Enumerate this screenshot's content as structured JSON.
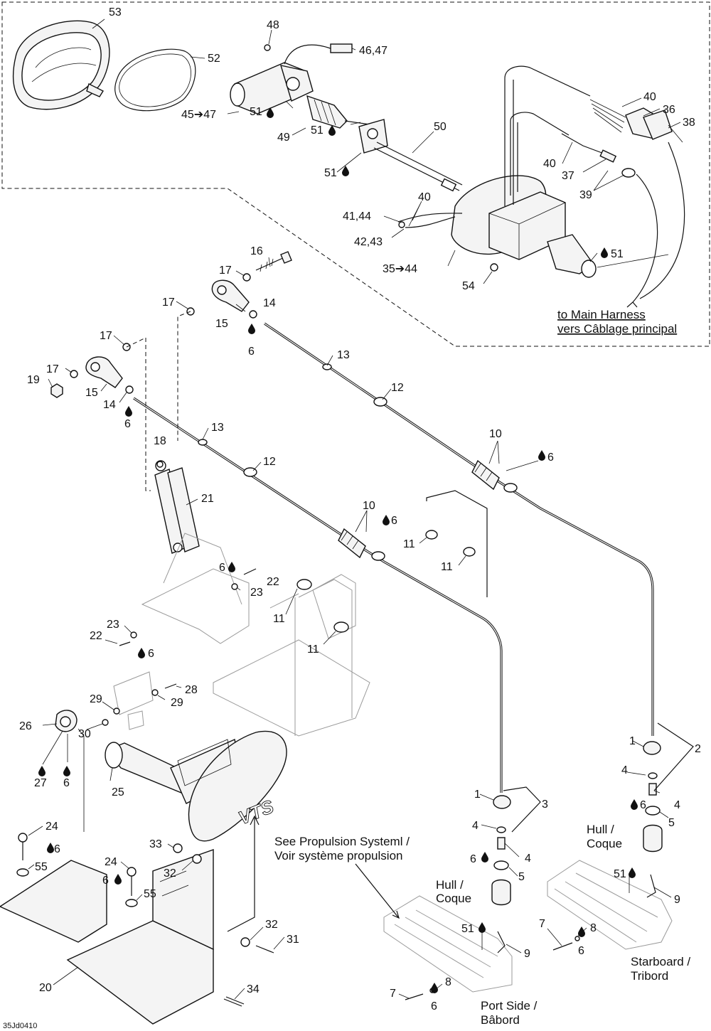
{
  "diagram": {
    "code": "35Jd0410",
    "notes": {
      "main_harness_en": "to Main Harness",
      "main_harness_fr": "vers Câblage principal",
      "propulsion_en": "See Propulsion Systeml /",
      "propulsion_fr": "Voir système propulsion",
      "hull_left_1": "Hull /",
      "hull_left_2": "Coque",
      "hull_right_1": "Hull /",
      "hull_right_2": "Coque",
      "port_1": "Port Side /",
      "port_2": "Bâbord",
      "starboard_1": "Starboard /",
      "starboard_2": "Tribord"
    },
    "emblem_text": "VTS",
    "callouts": [
      {
        "id": "c53",
        "text": "53"
      },
      {
        "id": "c52",
        "text": "52"
      },
      {
        "id": "c48",
        "text": "48"
      },
      {
        "id": "c4647",
        "text": "46,47"
      },
      {
        "id": "c4547",
        "text": "45➔47"
      },
      {
        "id": "c51a",
        "text": "51"
      },
      {
        "id": "c49",
        "text": "49"
      },
      {
        "id": "c51b",
        "text": "51"
      },
      {
        "id": "c50",
        "text": "50"
      },
      {
        "id": "c51c",
        "text": "51"
      },
      {
        "id": "c40a",
        "text": "40"
      },
      {
        "id": "c36",
        "text": "36"
      },
      {
        "id": "c38",
        "text": "38"
      },
      {
        "id": "c40b",
        "text": "40"
      },
      {
        "id": "c37",
        "text": "37"
      },
      {
        "id": "c39",
        "text": "39"
      },
      {
        "id": "c40c",
        "text": "40"
      },
      {
        "id": "c4144",
        "text": "41,44"
      },
      {
        "id": "c4243",
        "text": "42,43"
      },
      {
        "id": "c3544",
        "text": "35➔44"
      },
      {
        "id": "c54",
        "text": "54"
      },
      {
        "id": "c51d",
        "text": "51"
      },
      {
        "id": "c16",
        "text": "16"
      },
      {
        "id": "c17a",
        "text": "17"
      },
      {
        "id": "c17b",
        "text": "17"
      },
      {
        "id": "c14a",
        "text": "14"
      },
      {
        "id": "c15a",
        "text": "15"
      },
      {
        "id": "c6a",
        "text": "6"
      },
      {
        "id": "c17c",
        "text": "17"
      },
      {
        "id": "c17d",
        "text": "17"
      },
      {
        "id": "c19",
        "text": "19"
      },
      {
        "id": "c15b",
        "text": "15"
      },
      {
        "id": "c14b",
        "text": "14"
      },
      {
        "id": "c6b",
        "text": "6"
      },
      {
        "id": "c13a",
        "text": "13"
      },
      {
        "id": "c12a",
        "text": "12"
      },
      {
        "id": "c13b",
        "text": "13"
      },
      {
        "id": "c12b",
        "text": "12"
      },
      {
        "id": "c10a",
        "text": "10"
      },
      {
        "id": "c6c",
        "text": "6"
      },
      {
        "id": "c18",
        "text": "18"
      },
      {
        "id": "c21",
        "text": "21"
      },
      {
        "id": "c10b",
        "text": "10"
      },
      {
        "id": "c6d",
        "text": "6"
      },
      {
        "id": "c11a",
        "text": "11"
      },
      {
        "id": "c11b",
        "text": "11"
      },
      {
        "id": "c6e",
        "text": "6"
      },
      {
        "id": "c22a",
        "text": "22"
      },
      {
        "id": "c23a",
        "text": "23"
      },
      {
        "id": "c11c",
        "text": "11"
      },
      {
        "id": "c11d",
        "text": "11"
      },
      {
        "id": "c23b",
        "text": "23"
      },
      {
        "id": "c22b",
        "text": "22"
      },
      {
        "id": "c6f",
        "text": "6"
      },
      {
        "id": "c28",
        "text": "28"
      },
      {
        "id": "c29a",
        "text": "29"
      },
      {
        "id": "c29b",
        "text": "29"
      },
      {
        "id": "c30",
        "text": "30"
      },
      {
        "id": "c26",
        "text": "26"
      },
      {
        "id": "c27",
        "text": "27"
      },
      {
        "id": "c6g",
        "text": "6"
      },
      {
        "id": "c25",
        "text": "25"
      },
      {
        "id": "c1a",
        "text": "1"
      },
      {
        "id": "c2",
        "text": "2"
      },
      {
        "id": "c4a",
        "text": "4"
      },
      {
        "id": "c6h",
        "text": "6"
      },
      {
        "id": "c4b",
        "text": "4"
      },
      {
        "id": "c5a",
        "text": "5"
      },
      {
        "id": "c1b",
        "text": "1"
      },
      {
        "id": "c3",
        "text": "3"
      },
      {
        "id": "c4c",
        "text": "4"
      },
      {
        "id": "c6i",
        "text": "6"
      },
      {
        "id": "c4d",
        "text": "4"
      },
      {
        "id": "c5b",
        "text": "5"
      },
      {
        "id": "c24a",
        "text": "24"
      },
      {
        "id": "c6j",
        "text": "6"
      },
      {
        "id": "c55a",
        "text": "55"
      },
      {
        "id": "c24b",
        "text": "24"
      },
      {
        "id": "c6k",
        "text": "6"
      },
      {
        "id": "c55b",
        "text": "55"
      },
      {
        "id": "c33",
        "text": "33"
      },
      {
        "id": "c32a",
        "text": "32"
      },
      {
        "id": "c51e",
        "text": "51"
      },
      {
        "id": "c9a",
        "text": "9"
      },
      {
        "id": "c7a",
        "text": "7"
      },
      {
        "id": "c8a",
        "text": "8"
      },
      {
        "id": "c6l",
        "text": "6"
      },
      {
        "id": "c51f",
        "text": "51"
      },
      {
        "id": "c9b",
        "text": "9"
      },
      {
        "id": "c32b",
        "text": "32"
      },
      {
        "id": "c31",
        "text": "31"
      },
      {
        "id": "c7b",
        "text": "7"
      },
      {
        "id": "c8b",
        "text": "8"
      },
      {
        "id": "c6m",
        "text": "6"
      },
      {
        "id": "c20",
        "text": "20"
      },
      {
        "id": "c34",
        "text": "34"
      }
    ]
  }
}
